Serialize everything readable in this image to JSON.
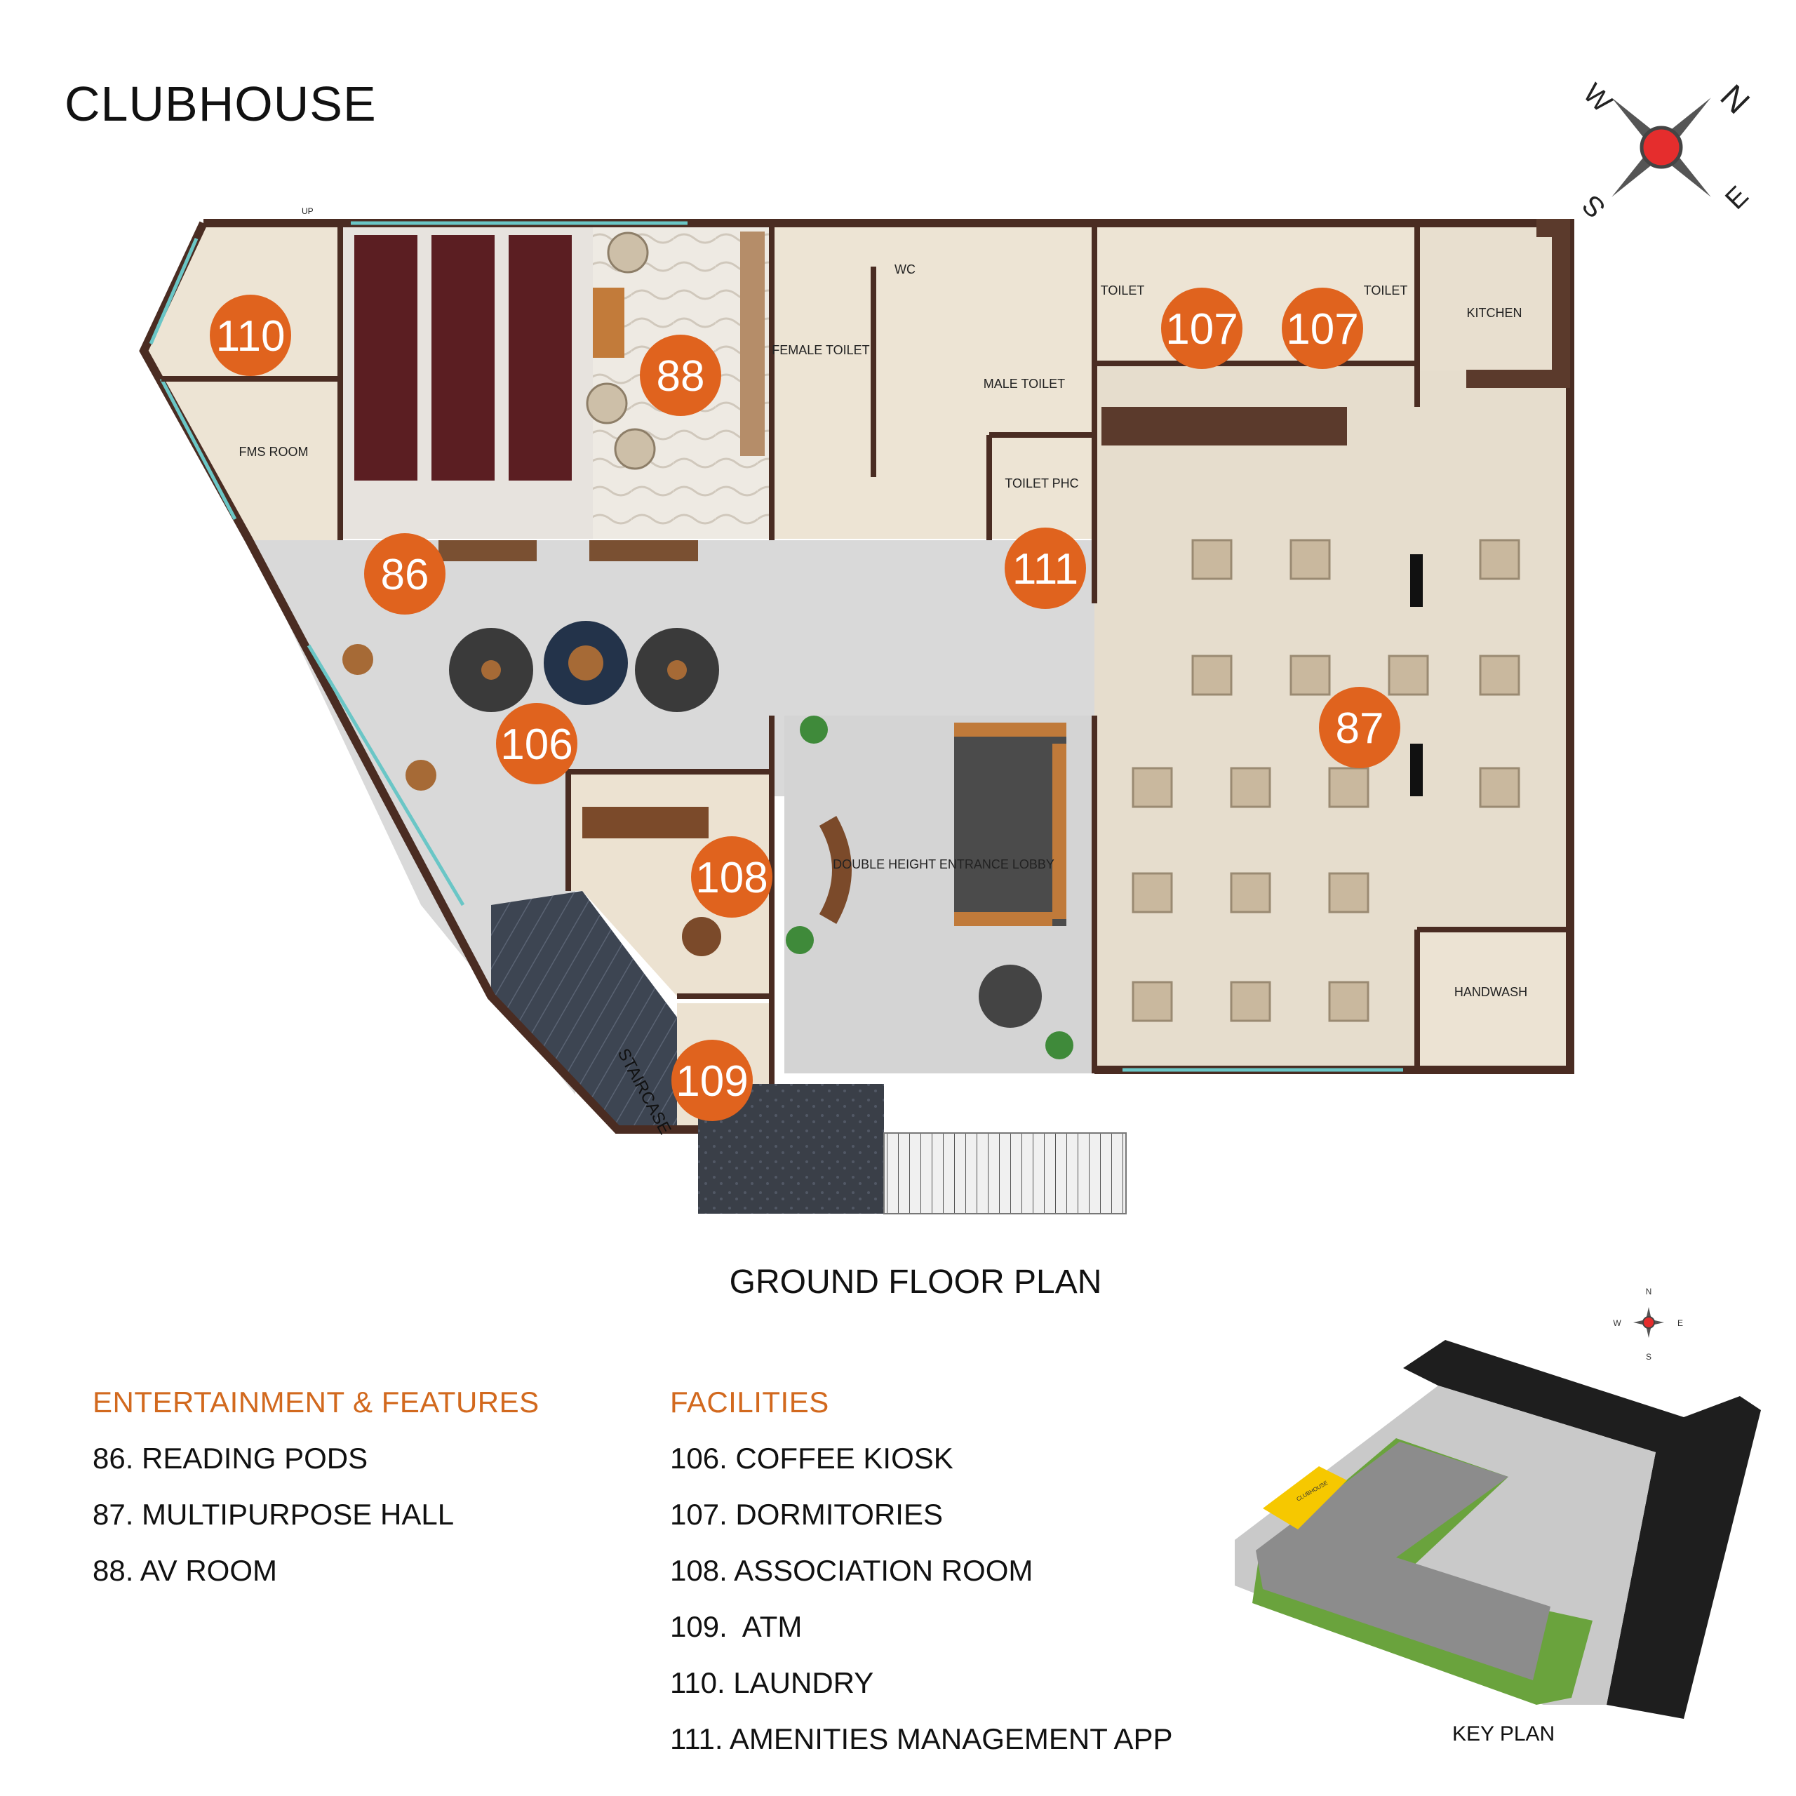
{
  "title": "CLUBHOUSE",
  "plan_caption": "GROUND FLOOR PLAN",
  "key_plan_caption": "KEY PLAN",
  "compass": {
    "n": "N",
    "s": "S",
    "e": "E",
    "w": "W"
  },
  "key_compass": {
    "n": "N",
    "s": "S",
    "e": "E",
    "w": "W"
  },
  "key_plan_label": "CLUBHOUSE",
  "colors": {
    "badge": "#e0631e",
    "legend_heading": "#d2691e",
    "wall": "#4a2c22",
    "floor_marble": "#dcdcdc",
    "floor_beige": "#ece3d3",
    "highlight": "#f6c800"
  },
  "room_labels": {
    "fms_room": "FMS ROOM",
    "female_toilet": "FEMALE TOILET",
    "male_toilet": "MALE TOILET",
    "toilet_phc": "TOILET PHC",
    "toilet_1": "TOILET",
    "toilet_2": "TOILET",
    "kitchen": "KITCHEN",
    "handwash": "HANDWASH",
    "lobby": "DOUBLE HEIGHT ENTRANCE LOBBY",
    "staircase": "STAIRCASE",
    "wc": "WC",
    "up": "UP"
  },
  "badges": [
    "110",
    "88",
    "107",
    "107",
    "86",
    "111",
    "106",
    "87",
    "108",
    "109"
  ],
  "legend": {
    "entertainment_heading": "ENTERTAINMENT & FEATURES",
    "entertainment_items": [
      "86. READING PODS",
      "87. MULTIPURPOSE HALL",
      "88. AV ROOM"
    ],
    "facilities_heading": "FACILITIES",
    "facilities_items": [
      "106. COFFEE KIOSK",
      "107. DORMITORIES",
      "108. ASSOCIATION ROOM",
      "109.  ATM",
      "110. LAUNDRY",
      "111. AMENITIES MANAGEMENT APP"
    ]
  }
}
